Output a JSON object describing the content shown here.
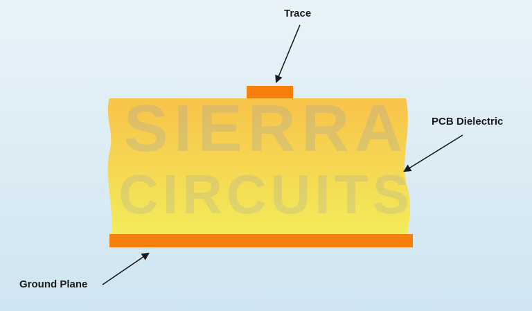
{
  "labels": {
    "trace": "Trace",
    "dielectric": "PCB Dielectric",
    "ground": "Ground Plane"
  },
  "watermark": {
    "line1": "SIERRA",
    "line2": "CIRCUITS"
  },
  "colors": {
    "background_top": "#e9f3f9",
    "background_bottom": "#cfe5f1",
    "dielectric_top": "#f8c34a",
    "dielectric_bottom": "#f3ec5a",
    "copper": "#f77f0c",
    "arrow": "#1a1a1a",
    "watermark": "#9aa3ad"
  }
}
